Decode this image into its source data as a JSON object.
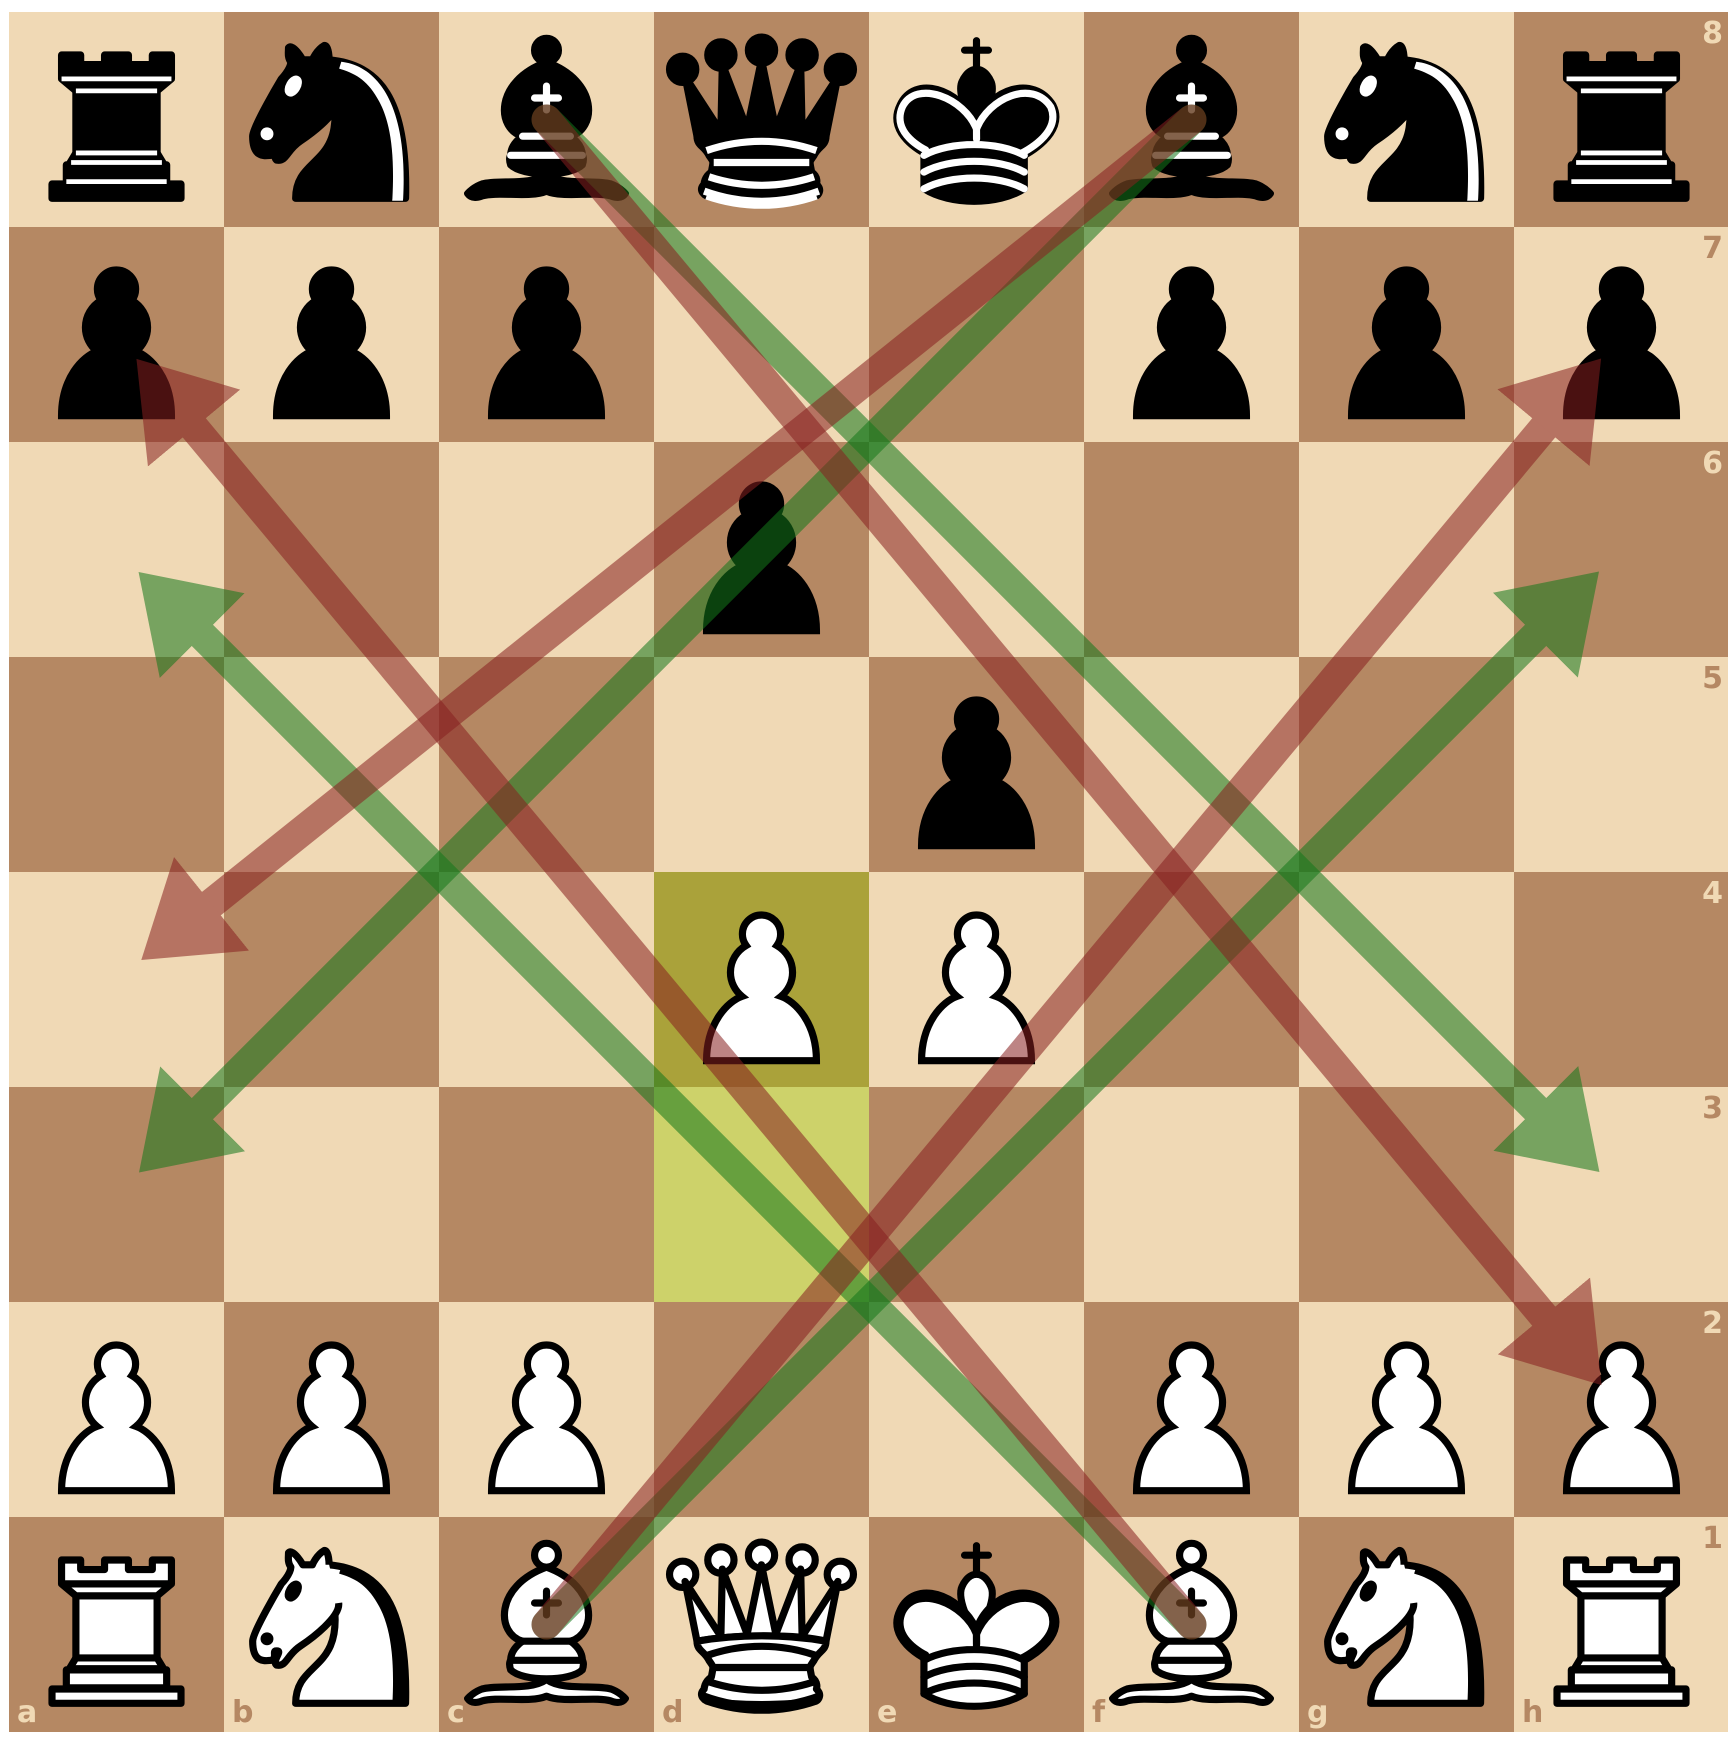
{
  "board": {
    "files": [
      "a",
      "b",
      "c",
      "d",
      "e",
      "f",
      "g",
      "h"
    ],
    "ranks": [
      "8",
      "7",
      "6",
      "5",
      "4",
      "3",
      "2",
      "1"
    ],
    "position": [
      [
        "r",
        "n",
        "b",
        "q",
        "k",
        "b",
        "n",
        "r"
      ],
      [
        "p",
        "p",
        "p",
        "",
        "",
        "p",
        "p",
        "p"
      ],
      [
        "",
        "",
        "",
        "p",
        "",
        "",
        "",
        ""
      ],
      [
        "",
        "",
        "",
        "",
        "p",
        "",
        "",
        ""
      ],
      [
        "",
        "",
        "",
        "P",
        "P",
        "",
        "",
        ""
      ],
      [
        "",
        "",
        "",
        "",
        "",
        "",
        "",
        ""
      ],
      [
        "P",
        "P",
        "P",
        "",
        "",
        "P",
        "P",
        "P"
      ],
      [
        "R",
        "N",
        "B",
        "Q",
        "K",
        "B",
        "N",
        "R"
      ]
    ],
    "last_move": {
      "from": "d3",
      "to": "d4"
    },
    "colors": {
      "light": "#f0d9b5",
      "dark": "#b58863",
      "highlight_light": "#cdd26a",
      "highlight_dark": "#aaa23a"
    }
  },
  "arrows": [
    {
      "from": "c8",
      "to": "h3",
      "color": "green"
    },
    {
      "from": "f8",
      "to": "a3",
      "color": "green"
    },
    {
      "from": "c1",
      "to": "h6",
      "color": "green"
    },
    {
      "from": "f1",
      "to": "a6",
      "color": "green"
    },
    {
      "from": "f8",
      "to": "a4",
      "color": "red"
    },
    {
      "from": "c8",
      "to": "h2",
      "color": "red"
    },
    {
      "from": "c1",
      "to": "h7",
      "color": "red"
    },
    {
      "from": "f1",
      "to": "a7",
      "color": "red"
    }
  ],
  "arrow_colors": {
    "green": "#15781b",
    "red": "#882020"
  }
}
